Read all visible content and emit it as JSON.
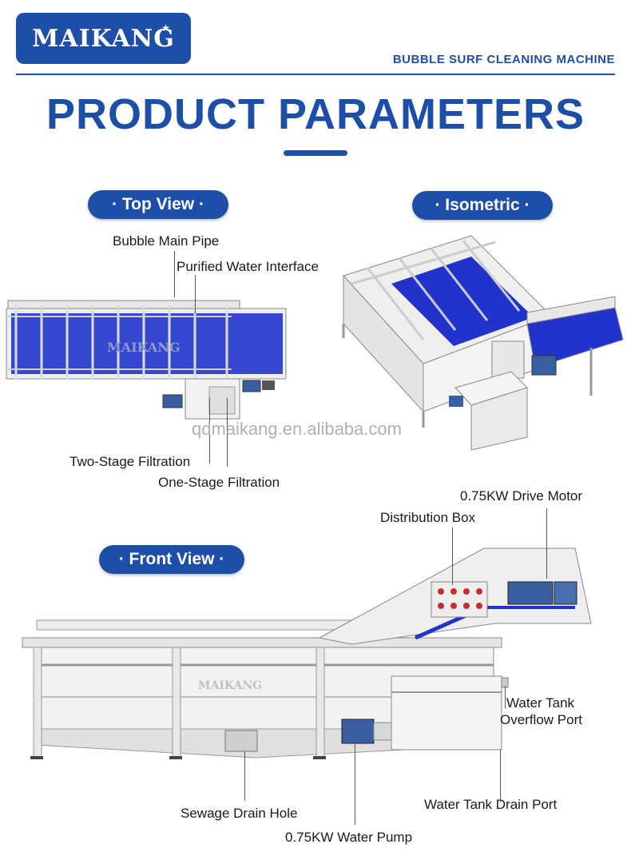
{
  "header": {
    "logo_text": "MAIKANG",
    "title": "BUBBLE SURF CLEANING MACHINE"
  },
  "page_title": "PRODUCT PARAMETERS",
  "sections": {
    "top_view": "· Top View ·",
    "isometric": "· Isometric ·",
    "front_view": "· Front View ·"
  },
  "top_view_labels": {
    "bubble_main_pipe": "Bubble Main Pipe",
    "purified_water_interface": "Purified Water Interface",
    "two_stage_filtration": "Two-Stage Filtration",
    "one_stage_filtration": "One-Stage Filtration",
    "image_watermark": "MAIKANG"
  },
  "watermark_url": "qdmaikang.en.alibaba.com",
  "front_view_labels": {
    "drive_motor": "0.75KW Drive Motor",
    "distribution_box": "Distribution Box",
    "overflow_port_line1": "Water Tank",
    "overflow_port_line2": "Overflow Port",
    "drain_port": "Water Tank Drain Port",
    "sewage_drain": "Sewage Drain Hole",
    "water_pump": "0.75KW Water Pump",
    "image_watermark": "MAIKANG"
  },
  "colors": {
    "brand_blue": "#1d4fa8",
    "conveyor_blue": "#2233cc",
    "steel": "#e6e6e6"
  }
}
